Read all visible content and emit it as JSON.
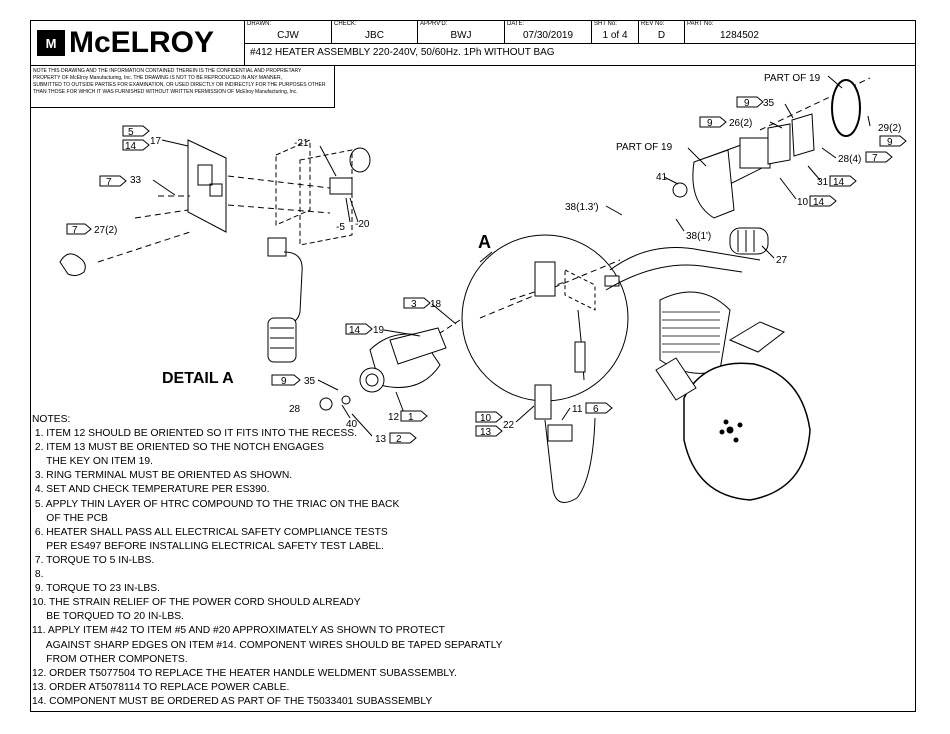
{
  "logo": {
    "mark": "M",
    "text": "McELROY"
  },
  "title_block": {
    "drawn_label": "DRAWN:",
    "drawn": "CJW",
    "check_label": "CHECK:",
    "check": "JBC",
    "apprvd_label": "APPRV'D:",
    "apprvd": "BWJ",
    "date_label": "DATE:",
    "date": "07/30/2019",
    "sht_label": "SHT No:",
    "sht": "1 of 4",
    "rev_label": "REV No:",
    "rev": "D",
    "part_label": "PART No:",
    "part": "1284502",
    "title": "#412 HEATER ASSEMBLY 220-240V, 50/60Hz. 1Ph WITHOUT BAG"
  },
  "confidential": [
    "NOTE THIS DRAWING AND THE INFORMATION CONTAINED THEREIN IS THE CONFIDENTIAL AND PROPRIETARY",
    "PROPERTY OF McElroy Manufacturing, Inc. THE DRAWING IS NOT TO BE REPRODUCED IN ANY MANNER,",
    "SUBMITTED TO OUTSIDE PARTIES FOR EXAMINATION, OR USED DIRECTLY OR INDIRECTLY FOR THE PURPOSES OTHER",
    "THAN THOSE FOR WHICH IT WAS FURNISHED WITHOUT WRITTEN PERMISSION OF McElroy Manufacturing, Inc."
  ],
  "detail_label": "DETAIL A",
  "detail_marker": "A",
  "callouts": {
    "c5": "5",
    "c14a": "14",
    "c17": "17",
    "c7a": "7",
    "c33": "33",
    "c7b": "7",
    "c27_2": "27(2)",
    "c21": "-21",
    "c5b": "-5",
    "c20": "-20",
    "c35a": "35",
    "c9a": "9",
    "c9b": "9",
    "c26_2": "26(2)",
    "part19a": "PART OF 19",
    "part19b": "PART OF 19",
    "c29_2": "29(2)",
    "c9c": "9",
    "c28_4": "28(4)",
    "c7c": "7",
    "c31": "31",
    "c14b": "14",
    "c10": "10",
    "c14c": "14",
    "c41": "41",
    "c38_13": "38(1.3')",
    "c38_1": "38(1')",
    "c27": "27",
    "c3": "3",
    "c18": "18",
    "c14d": "14",
    "c19": "19",
    "c9d": "9",
    "c35b": "35",
    "c28": "28",
    "c40": "40",
    "c12": "12",
    "c1": "1",
    "c13": "13",
    "c2": "2",
    "c10b": "10",
    "c13b": "13",
    "c22": "22",
    "c11": "11",
    "c6": "6"
  },
  "notes_title": "NOTES:",
  "notes": [
    " 1. ITEM 12 SHOULD BE ORIENTED SO IT FITS INTO THE RECESS.",
    " 2. ITEM 13 MUST BE ORIENTED SO THE NOTCH ENGAGES",
    "     THE KEY ON ITEM 19.",
    " 3. RING TERMINAL MUST BE ORIENTED AS SHOWN.",
    " 4. SET AND CHECK TEMPERATURE PER ES390.",
    " 5. APPLY THIN LAYER OF HTRC COMPOUND TO THE TRIAC ON THE BACK",
    "     OF THE PCB",
    " 6. HEATER SHALL PASS ALL ELECTRICAL SAFETY COMPLIANCE TESTS",
    "     PER ES497 BEFORE INSTALLING ELECTRICAL SAFETY TEST LABEL.",
    " 7. TORQUE TO 5 IN-LBS.",
    " 8.",
    " 9. TORQUE TO 23 IN-LBS.",
    "10. THE STRAIN RELIEF OF THE POWER CORD SHOULD ALREADY",
    "     BE TORQUED TO 20 IN-LBS.",
    "11. APPLY ITEM #42 TO ITEM #5 AND #20 APPROXIMATELY AS SHOWN TO PROTECT",
    "     AGAINST SHARP EDGES ON ITEM #14. COMPONENT WIRES SHOULD BE TAPED SEPARATLY",
    "     FROM OTHER COMPONETS.",
    "12. ORDER T5077504 TO REPLACE THE HEATER HANDLE WELDMENT SUBASSEMBLY.",
    "13. ORDER AT5078114 TO REPLACE POWER CABLE.",
    "14. COMPONENT MUST BE ORDERED AS PART OF THE T5033401 SUBASSEMBLY"
  ]
}
